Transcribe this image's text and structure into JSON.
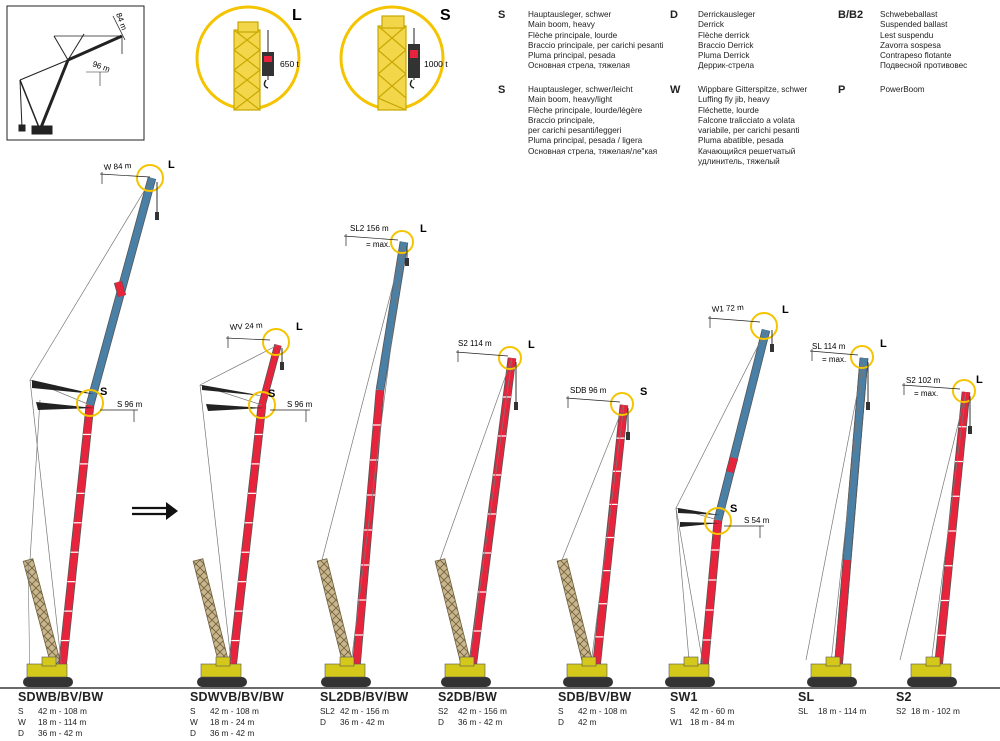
{
  "legend": [
    {
      "key": "S",
      "lines": [
        "Hauptausleger, schwer",
        "Main boom, heavy",
        "Flèche principale, lourde",
        "Braccio principale, per carichi pesanti",
        "Pluma principal, pesada",
        "Основная стрела, тяжелая"
      ]
    },
    {
      "key": "D",
      "lines": [
        "Derrickausleger",
        "Derrick",
        "Flèche derrick",
        "Braccio Derrick",
        "Pluma Derrick",
        "Деррик-стрела"
      ]
    },
    {
      "key": "B/B2",
      "lines": [
        "Schwebeballast",
        "Suspended ballast",
        "Lest suspendu",
        "Zavorra sospesa",
        "Contrapeso flotante",
        "Подвесной противовес"
      ]
    },
    {
      "key": "S",
      "lines": [
        "Hauptausleger, schwer/leicht",
        "Main boom, heavy/light",
        "Flèche principale, lourde/légère",
        "Braccio principale,",
        "per carichi pesanti/leggeri",
        "Pluma principal, pesada / ligera",
        "Основная стрела, тяжелая/ле\"кая"
      ]
    },
    {
      "key": "W",
      "lines": [
        "Wippbare Gitterspitze, schwer",
        "Luffing fly jib, heavy",
        "Fléchette, lourde",
        "Falcone tralicciato a volata",
        "variabile, per carichi pesanti",
        "Pluma abatible, pesada",
        "Качающийся решетчатый",
        "удлинитель, тяжелый"
      ]
    },
    {
      "key": "P",
      "lines": [
        "PowerBoom"
      ]
    }
  ],
  "insets": {
    "schematic": {
      "jib_label": "84 m",
      "boom_label": "96 m"
    },
    "detail_l": {
      "letter": "L",
      "load": "650 t"
    },
    "detail_s": {
      "letter": "S",
      "load": "1000 t"
    }
  },
  "markers": {
    "l": "L",
    "s": "S"
  },
  "annotations": {
    "w84": "W 84 m",
    "s96": "S 96 m",
    "wv24": "WV 24 m",
    "sl2_156": "SL2 156 m",
    "max": "= max.",
    "s2_114": "S2 114 m",
    "sdb96": "SDB 96 m",
    "w1_72": "W1 72 m",
    "s54": "S 54 m",
    "sl114": "SL 114 m",
    "s2_102": "S2 102 m"
  },
  "configs": [
    {
      "name": "SDWB/BV/BW",
      "rows": [
        [
          "S",
          "42 m - 108 m"
        ],
        [
          "W",
          "18 m - 114 m"
        ],
        [
          "D",
          "36 m - 42 m"
        ]
      ]
    },
    {
      "name": "SDWVB/BV/BW",
      "rows": [
        [
          "S",
          "42 m - 108 m"
        ],
        [
          "W",
          "18 m - 24 m"
        ],
        [
          "D",
          "36 m - 42 m"
        ]
      ]
    },
    {
      "name": "SL2DB/BV/BW",
      "rows": [
        [
          "SL2",
          "42 m - 156 m"
        ],
        [
          "D",
          "36 m - 42 m"
        ]
      ]
    },
    {
      "name": "S2DB/BW",
      "rows": [
        [
          "S2",
          "42 m - 156 m"
        ],
        [
          "D",
          "36 m - 42 m"
        ]
      ]
    },
    {
      "name": "SDB/BV/BW",
      "rows": [
        [
          "S",
          "42 m - 108 m"
        ],
        [
          "D",
          "42 m"
        ]
      ]
    },
    {
      "name": "SW1",
      "rows": [
        [
          "S",
          "42 m - 60 m"
        ],
        [
          "W1",
          "18 m - 84 m"
        ]
      ]
    },
    {
      "name": "SL",
      "rows": [
        [
          "SL",
          "18 m - 114 m"
        ]
      ]
    },
    {
      "name": "S2",
      "rows": [
        [
          "S2",
          "18 m - 102 m"
        ]
      ]
    }
  ],
  "colors": {
    "boom_red": "#e8243d",
    "jib_blue": "#4a7fa6",
    "lattice": "#b0a080",
    "crawler": "#d4c81a",
    "highlight": "#f5c400"
  }
}
